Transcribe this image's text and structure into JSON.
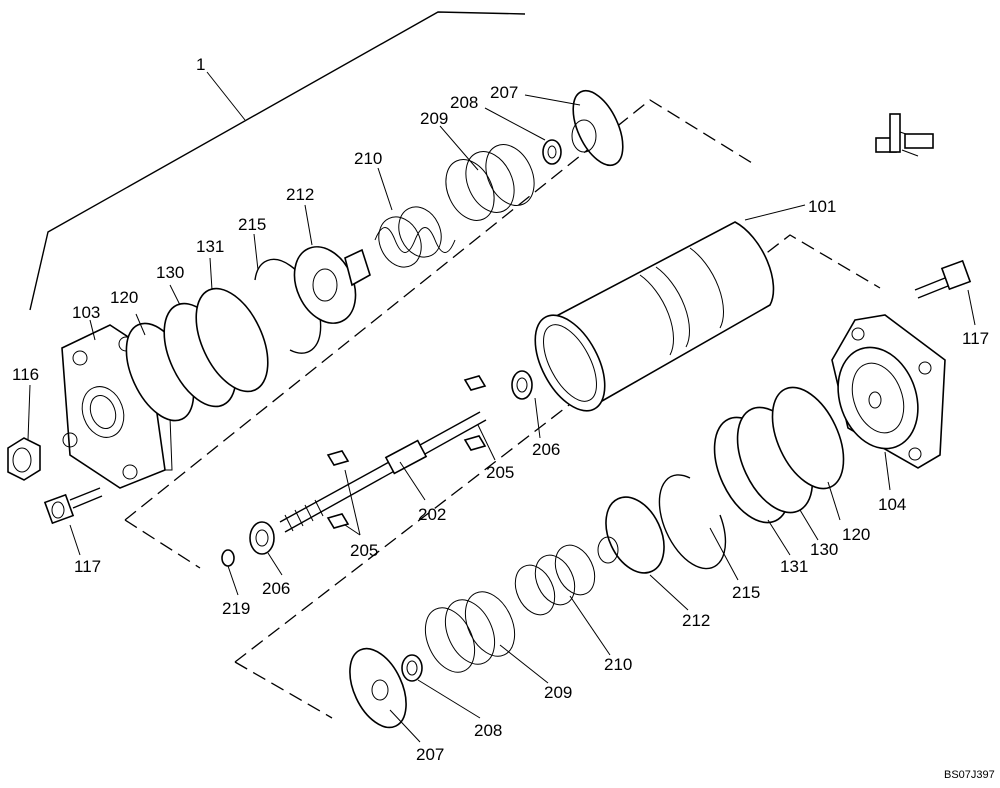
{
  "labels": {
    "assembly": "1",
    "p101": "101",
    "p103": "103",
    "p104": "104",
    "p116": "116",
    "p117_left": "117",
    "p117_right": "117",
    "p120_top": "120",
    "p120_bottom": "120",
    "p130_top": "130",
    "p130_bottom": "130",
    "p131_top": "131",
    "p131_bottom": "131",
    "p202": "202",
    "p205_top": "205",
    "p205_bottom": "205",
    "p206_top": "206",
    "p206_bottom": "206",
    "p207_top": "207",
    "p207_bottom": "207",
    "p208_top": "208",
    "p208_bottom": "208",
    "p209_top": "209",
    "p209_bottom": "209",
    "p210_top": "210",
    "p210_bottom": "210",
    "p212_top": "212",
    "p212_bottom": "212",
    "p215_top": "215",
    "p215_bottom": "215",
    "p219": "219"
  },
  "figure_code": "BS07J397"
}
